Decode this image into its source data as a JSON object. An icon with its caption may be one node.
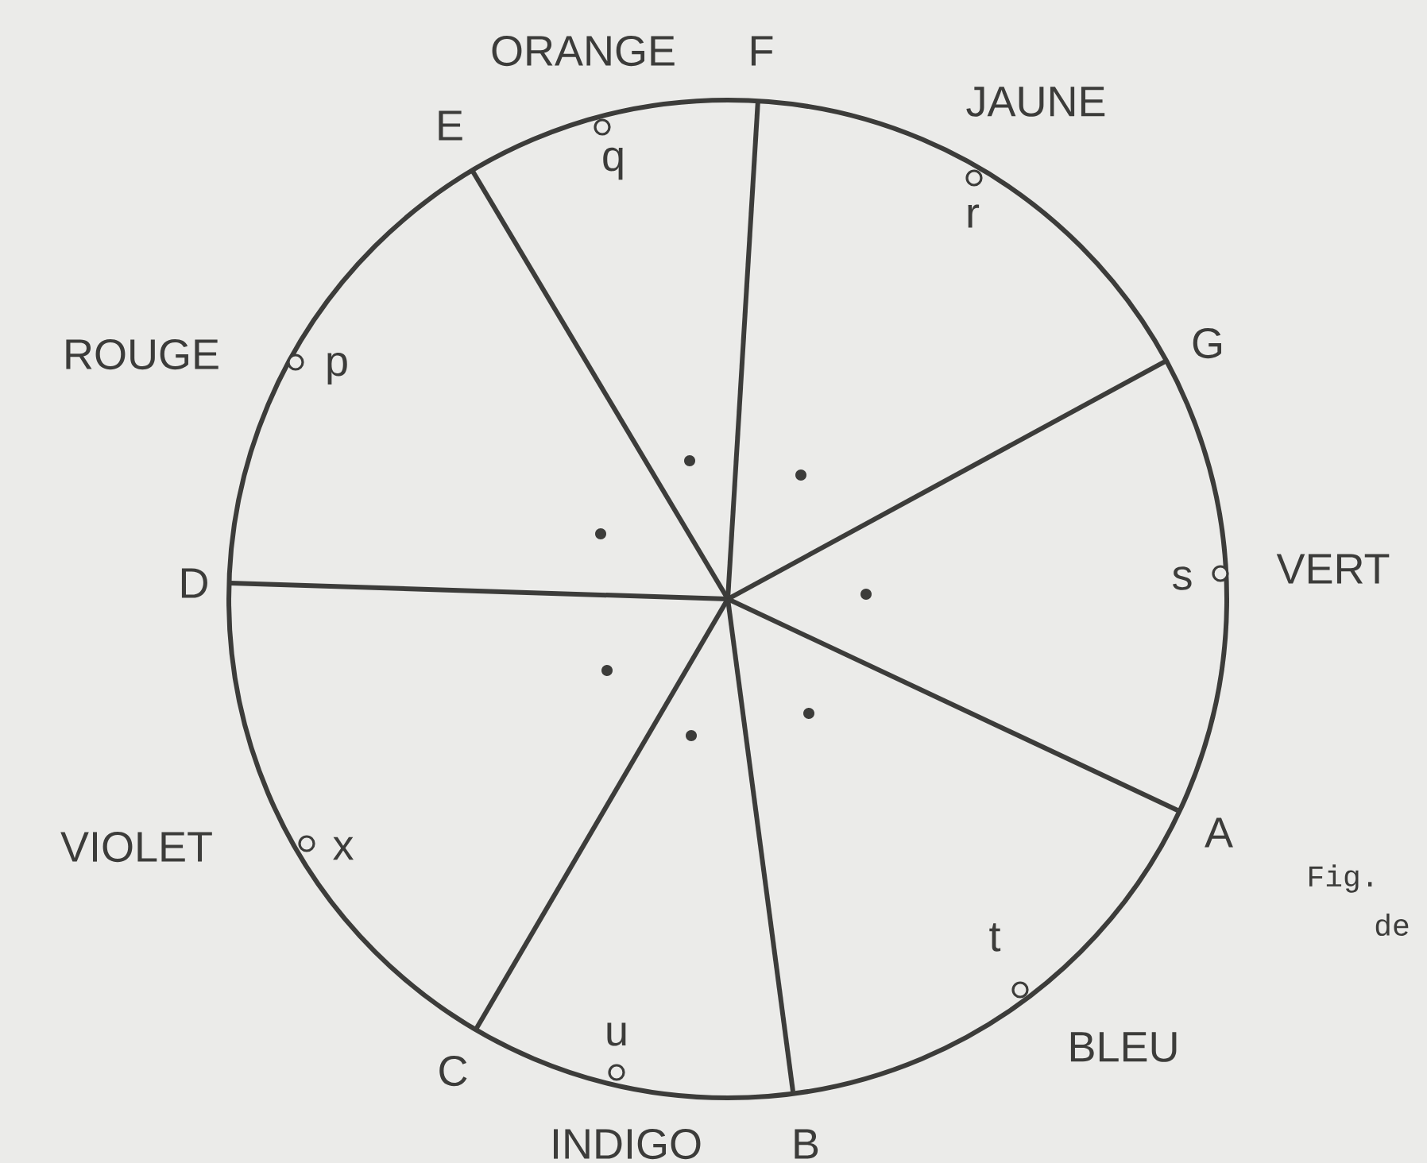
{
  "diagram": {
    "labels": [
      "ORANGE",
      "F",
      "E",
      "JAUNE",
      "q",
      "r",
      "ROUGE",
      "p",
      "G",
      "D",
      "s",
      "VERT",
      "VIOLET",
      "x",
      "A",
      "Fig.",
      "t",
      "de",
      "u",
      "C",
      "BLEU",
      "INDIGO",
      "B"
    ]
  }
}
